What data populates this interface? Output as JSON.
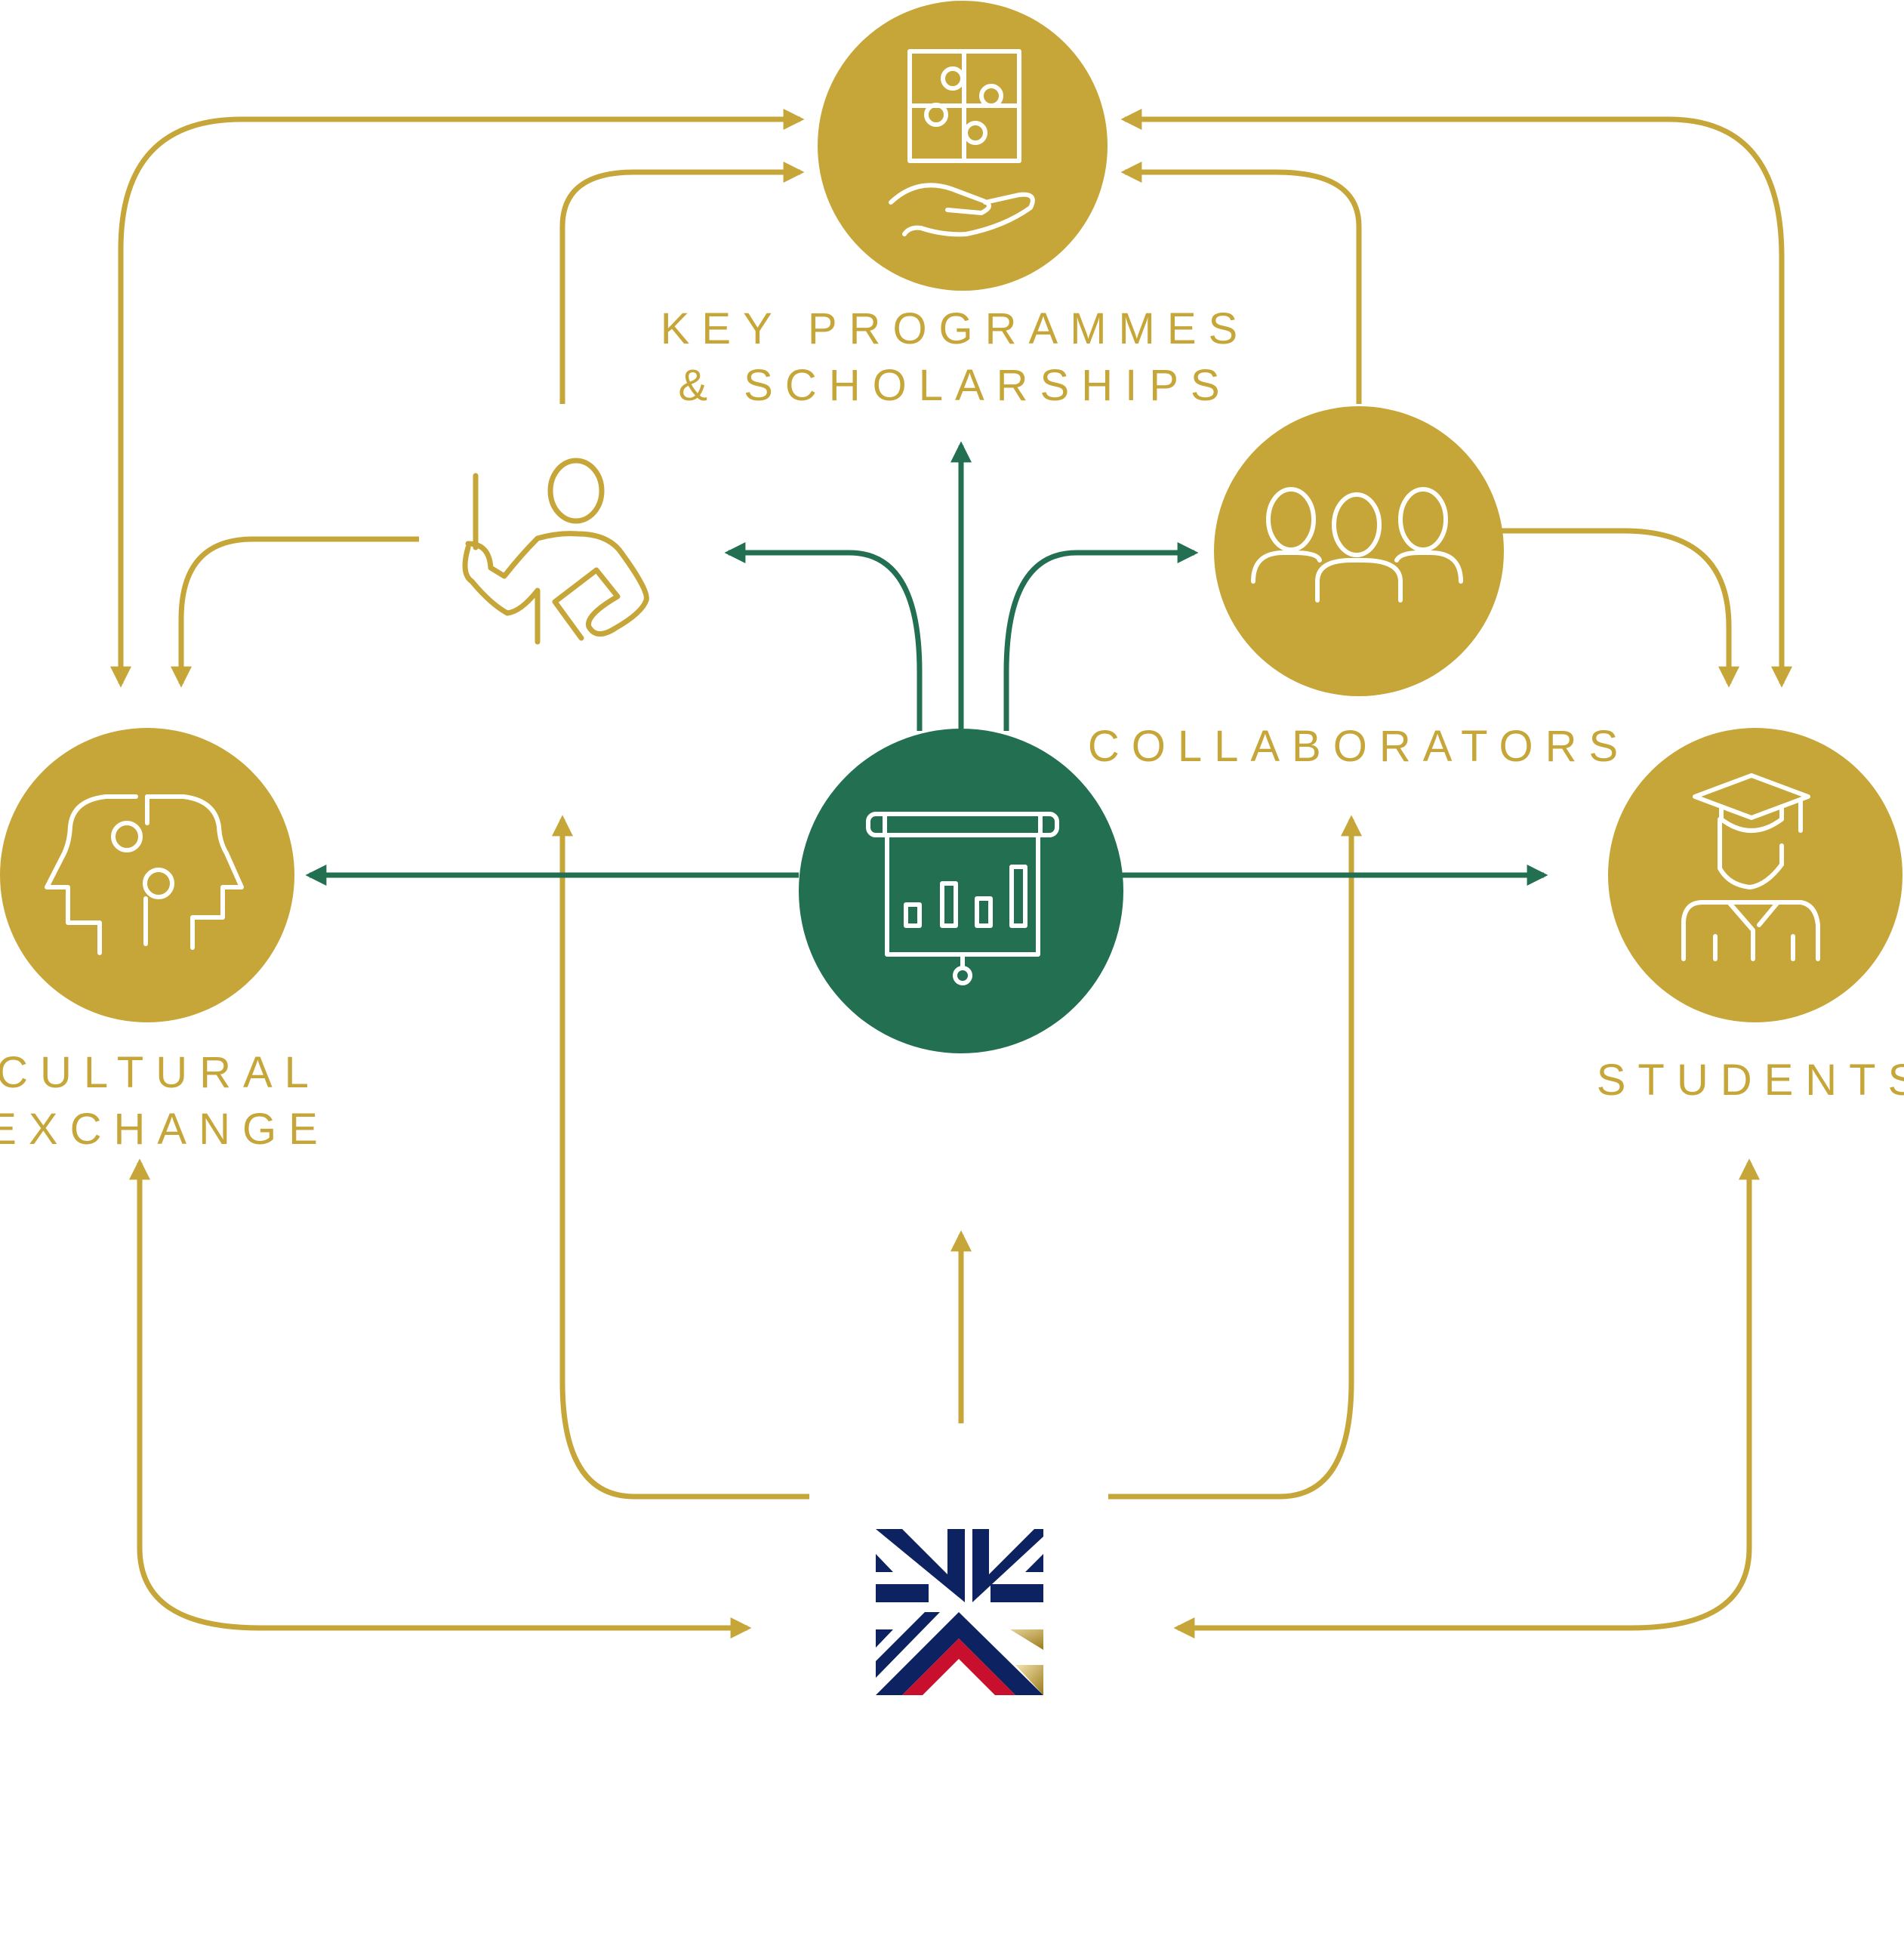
{
  "colors": {
    "gold": "#c6a638",
    "green": "#236f52",
    "navy": "#0d2260",
    "red": "#c8102e",
    "white": "#ffffff"
  },
  "nodes": {
    "programmes": {
      "line1": "KEY PROGRAMMES",
      "line2": "& SCHOLARSHIPS",
      "icon": "puzzle-hand-icon"
    },
    "collaborators": {
      "line1": "COLLABORATORS",
      "icon": "group-people-icon"
    },
    "cultural": {
      "line1": "CULTURAL",
      "line2": "EXCHANGE",
      "icon": "two-heads-puzzle-icon"
    },
    "students": {
      "line1": "STUDENTS",
      "icon": "graduate-icon"
    },
    "center": {
      "icon": "presentation-board-icon"
    },
    "teacher": {
      "icon": "teacher-pointing-icon"
    },
    "brand": {
      "icon": "logo-chevrons-icon"
    }
  }
}
